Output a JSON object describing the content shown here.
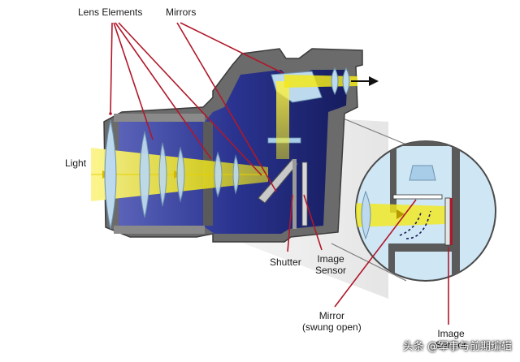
{
  "labels": {
    "lens_elements": "Lens Elements",
    "mirrors": "Mirrors",
    "light": "Light",
    "shutter": "Shutter",
    "image_sensor_line1": "Image",
    "image_sensor_line2": "Sensor",
    "mirror_line1": "Mirror",
    "mirror_line2": "(swung open)",
    "inset_sensor_line1": "Image",
    "inset_sensor_line2": "Sensor"
  },
  "watermark": "头条 @军事与前期编辑",
  "colors": {
    "body_gray": "#6b6b6b",
    "body_dark": "#4a4a4a",
    "lens_blue": "#bcd9ee",
    "interior_navy": "#1e2878",
    "light_yellow": "#f2e81a",
    "leader_red": "#b0182a",
    "inset_bg": "#cfe6f4"
  }
}
